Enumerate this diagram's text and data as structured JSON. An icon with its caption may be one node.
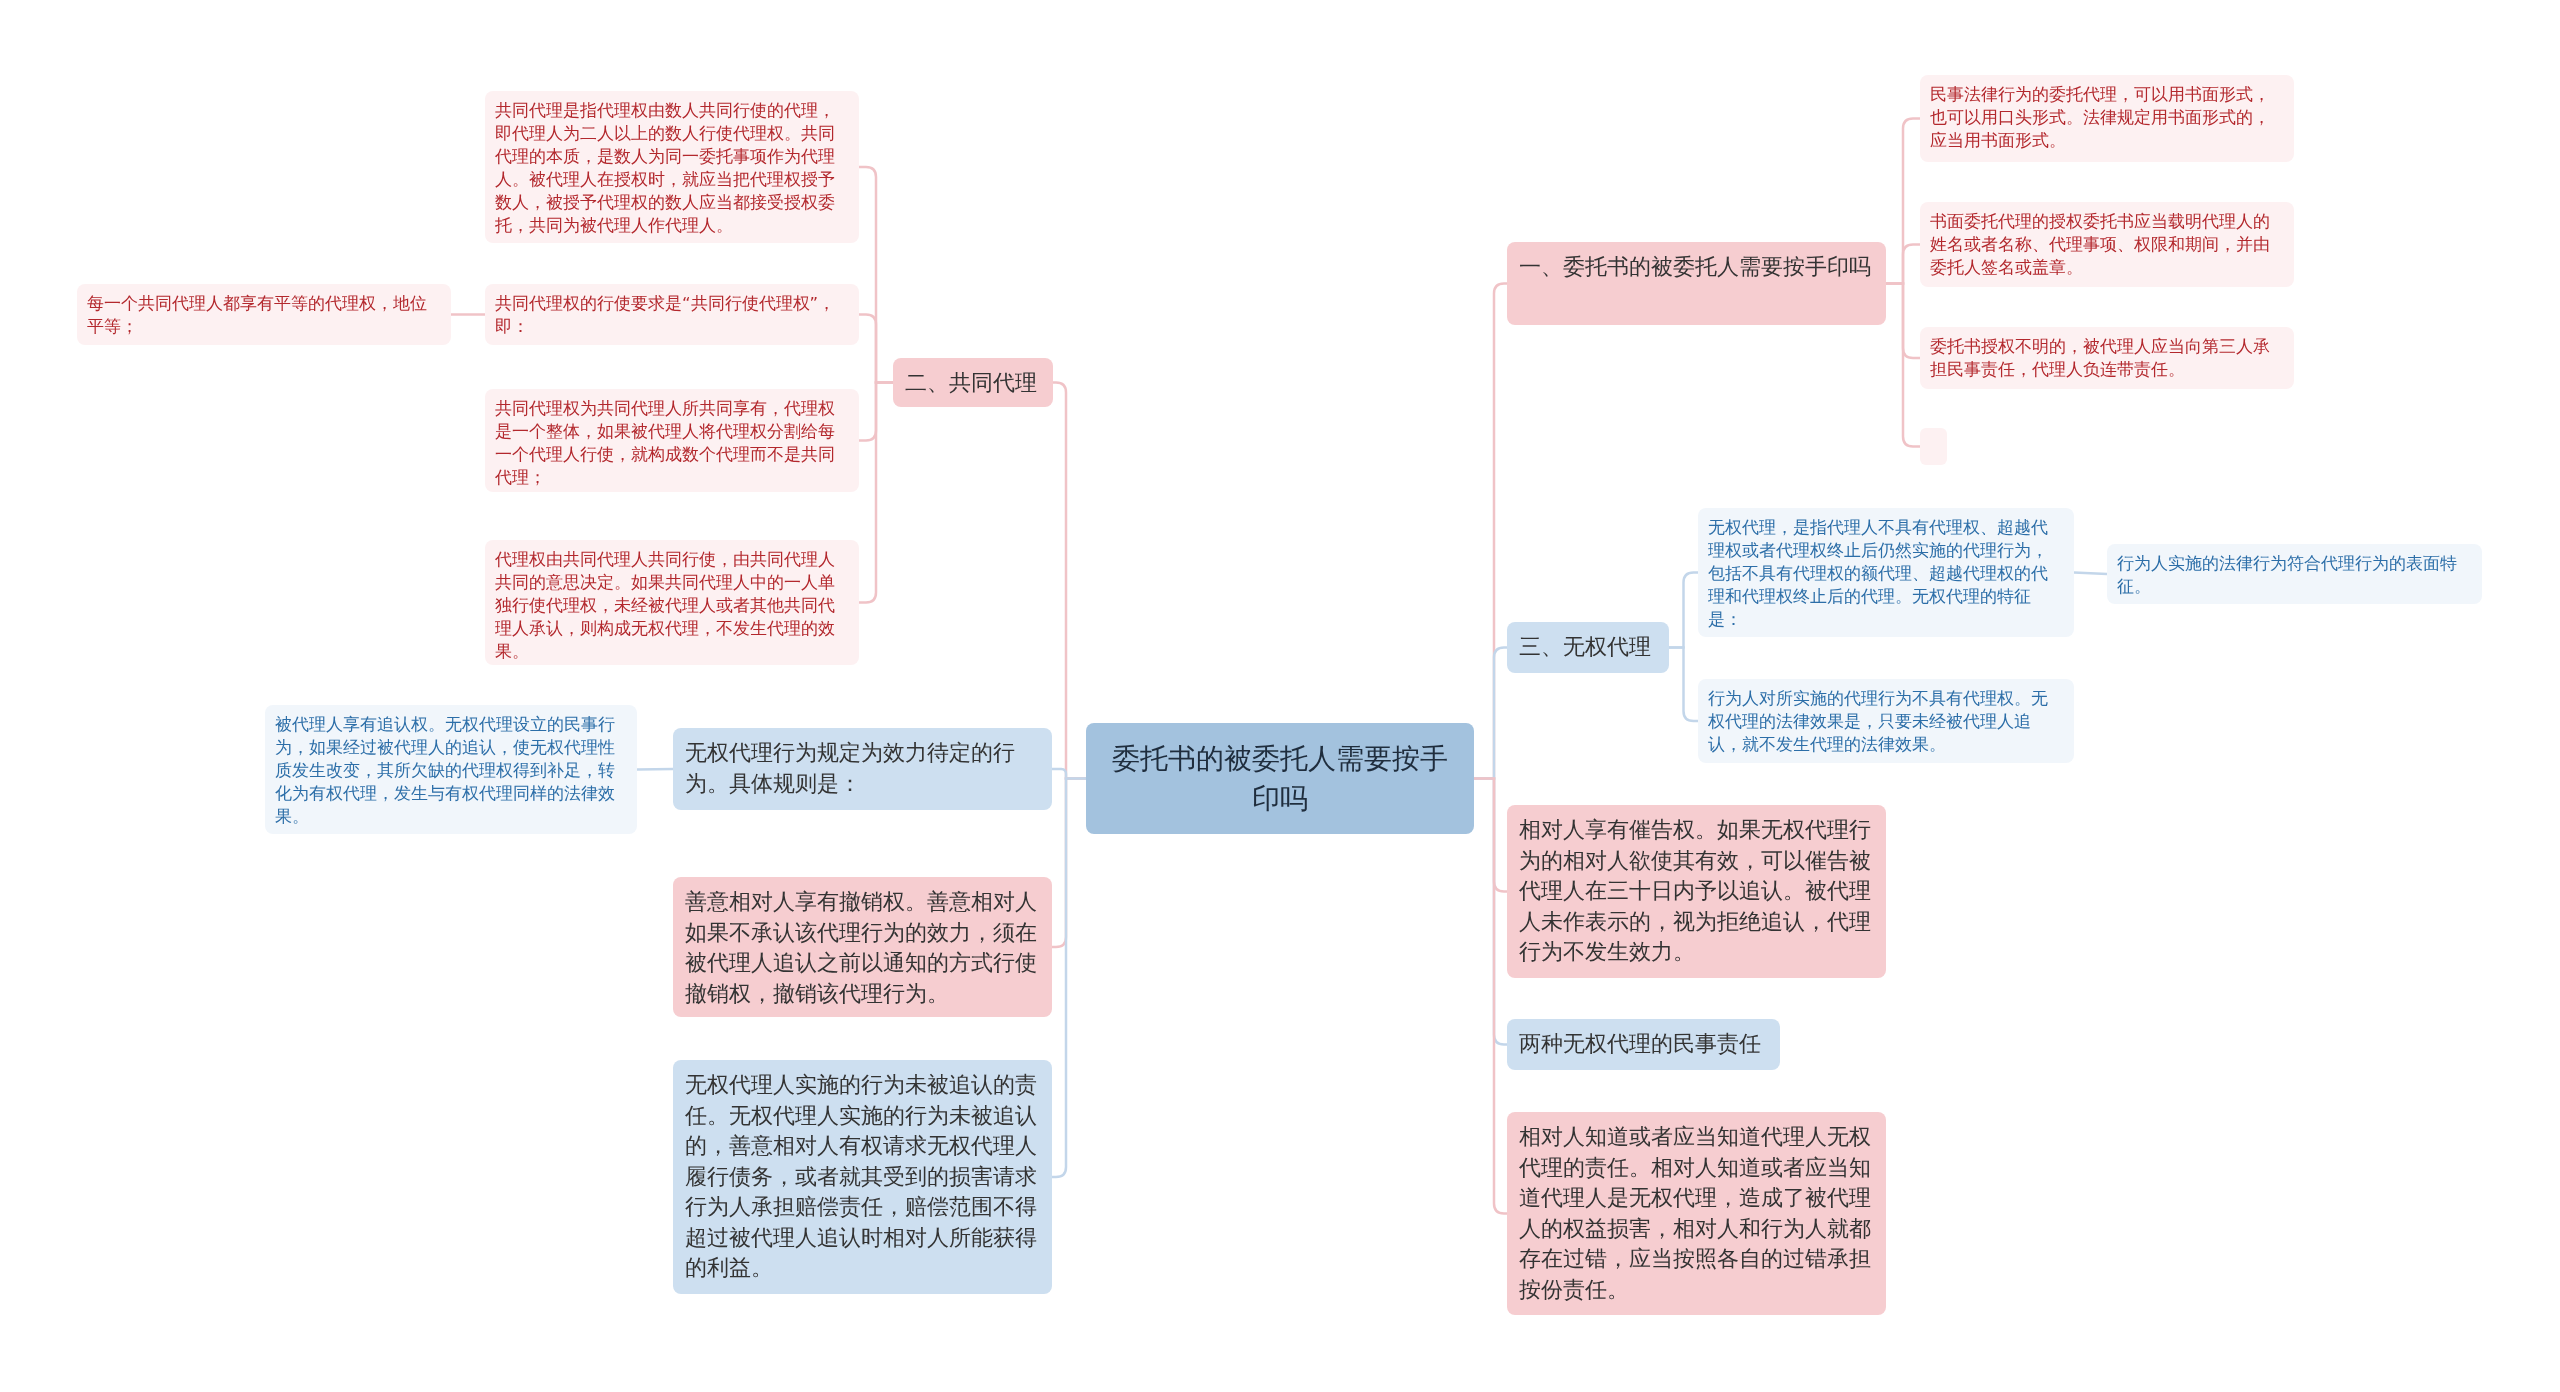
{
  "diagram": {
    "nodes": [
      {
        "text": [
          "委托书的被委托人需要按手印吗"
        ]
      },
      {
        "text": [
          "一、委托书的被委托人需要按手印吗"
        ]
      },
      {
        "text": [
          "民事法律行为的委托代理，可以用书面形式，也可以用口头形式。法律规定用书面形式的，应当用书面形式。"
        ]
      },
      {
        "text": [
          "书面委托代理的授权委托书应当载明代理人的姓名或者名称、代理事项、权限和期间，并由委托人签名或盖章。"
        ]
      },
      {
        "text": [
          "委托书授权不明的，被代理人应当向第三人承担民事责任，代理人负连带责任。"
        ]
      },
      {
        "text": [],
        "shape": "box"
      },
      {
        "text": [
          "二、共同代理"
        ]
      },
      {
        "text": [
          "共同代理是指代理权由数人共同行使的代理，即代理人为二人以上的数人行使代理权。共同代理的本质，是数人为同一委托事项作为代理人。被代理人在授权时，就应当把代理权授予数人，被授予代理权的数人应当都接受授权委托，共同为被代理人作代理人。"
        ]
      },
      {
        "text": [
          "共同代理权的行使要求是“共同行使代理权”，即："
        ]
      },
      {
        "text": [
          "每一个共同代理人都享有平等的代理权，地位平等；"
        ]
      },
      {
        "text": [
          "共同代理权为共同代理人所共同享有，代理权是一个整体，如果被代理人将代理权分割给每一个代理人行使，就构成数个代理而不是共同代理；"
        ]
      },
      {
        "text": [
          "代理权由共同代理人共同行使，由共同代理人共同的意思决定。如果共同代理人中的一人单独行使代理权，未经被代理人或者其他共同代理人承认，则构成无权代理，不发生代理的效果。"
        ]
      },
      {
        "text": [
          "三、无权代理"
        ]
      },
      {
        "text": [
          "无权代理，是指代理人不具有代理权、超越代理权或者代理权终止后仍然实施的代理行为，包括不具有代理权的额代理、超越代理权的代理和代理权终止后的代理。无权代理的特征是："
        ]
      },
      {
        "text": [
          "行为人实施的法律行为符合代理行为的表面特征。"
        ]
      },
      {
        "text": [
          "行为人对所实施的代理行为不具有代理权。无权代理的法律效果是，只要未经被代理人追认，就不发生代理的法律效果。"
        ]
      },
      {
        "text": [
          "无权代理行为规定为效力待定的行为。具体规则是："
        ]
      },
      {
        "text": [
          "被代理人享有追认权。无权代理设立的民事行为，如果经过被代理人的追认，使无权代理性质发生改变，其所欠缺的代理权得到补足，转化为有权代理，发生与有权代理同样的法律效果。"
        ]
      },
      {
        "text": [
          "善意相对人享有撤销权。善意相对人如果不承认该代理行为的效力，须在被代理人追认之前以通知的方式行使撤销权，撤销该代理行为。"
        ]
      },
      {
        "text": [
          "无权代理人实施的行为未被追认的责任。无权代理人实施的行为未被追认的，善意相对人有权请求无权代理人履行债务，或者就其受到的损害请求行为人承担赔偿责任，赔偿范围不得超过被代理人追认时相对人所能获得的利益。"
        ]
      },
      {
        "text": [
          "相对人享有催告权。如果无权代理行为的相对人欲使其有效，可以催告被代理人在三十日内予以追认。被代理人未作表示的，视为拒绝追认，代理行为不发生效力。"
        ]
      },
      {
        "text": [
          "两种无权代理的民事责任"
        ]
      },
      {
        "text": [
          "相对人知道或者应当知道代理人无权代理的责任。相对人知道或者应当知道代理人是无权代理，造成了被代理人的权益损害，相对人和行为人就都存在过错，应当按照各自的过错承担按份责任。"
        ]
      }
    ],
    "edges": [
      {
        "from": 0,
        "to": 1,
        "arrow": "none"
      },
      {
        "from": 1,
        "to": 2,
        "arrow": "none"
      },
      {
        "from": 1,
        "to": 3,
        "arrow": "none"
      },
      {
        "from": 1,
        "to": 4,
        "arrow": "none"
      },
      {
        "from": 1,
        "to": 5,
        "arrow": "none"
      },
      {
        "from": 0,
        "to": 6,
        "arrow": "none"
      },
      {
        "from": 6,
        "to": 7,
        "arrow": "none"
      },
      {
        "from": 6,
        "to": 8,
        "arrow": "none"
      },
      {
        "from": 8,
        "to": 9,
        "arrow": "none"
      },
      {
        "from": 6,
        "to": 10,
        "arrow": "none"
      },
      {
        "from": 6,
        "to": 11,
        "arrow": "none"
      },
      {
        "from": 0,
        "to": 12,
        "arrow": "none",
        "color": "#c3d6ea"
      },
      {
        "from": 12,
        "to": 13,
        "arrow": "none",
        "color": "#c3d6ea"
      },
      {
        "from": 13,
        "to": 14,
        "arrow": "none",
        "color": "#c3d6ea"
      },
      {
        "from": 12,
        "to": 15,
        "arrow": "none",
        "color": "#c3d6ea"
      },
      {
        "from": 0,
        "to": 16,
        "arrow": "none",
        "color": "#c3d6ea"
      },
      {
        "from": 16,
        "to": 17,
        "arrow": "none",
        "color": "#c3d6ea"
      },
      {
        "from": 0,
        "to": 18,
        "arrow": "none"
      },
      {
        "from": 0,
        "to": 19,
        "arrow": "none",
        "color": "#c3d6ea"
      },
      {
        "from": 0,
        "to": 20,
        "arrow": "none"
      },
      {
        "from": 0,
        "to": 21,
        "arrow": "none",
        "color": "#c3d6ea"
      },
      {
        "from": 0,
        "to": 22,
        "arrow": "none"
      }
    ]
  }
}
